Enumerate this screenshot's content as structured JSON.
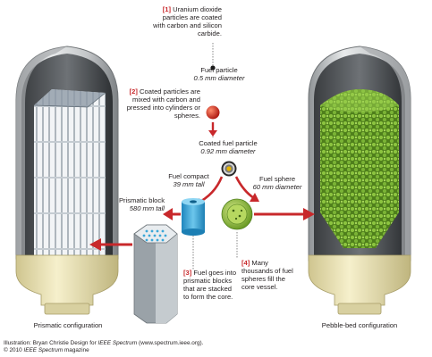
{
  "steps": [
    {
      "number": "[1]",
      "text": "Uranium dioxide particles are coated with carbon and silicon carbide."
    },
    {
      "number": "[2]",
      "text": "Coated particles are mixed with carbon and pressed into cylinders or spheres."
    },
    {
      "number": "[3]",
      "text": "Fuel goes into prismatic blocks that are stacked to form the core."
    },
    {
      "number": "[4]",
      "text": "Many thousands of fuel spheres fill the core vessel."
    }
  ],
  "components": {
    "fuel_particle": {
      "name": "Fuel particle",
      "size": "0.5 mm diameter"
    },
    "coated_particle": {
      "name": "Coated fuel particle",
      "size": "0.92 mm diameter"
    },
    "fuel_compact": {
      "name": "Fuel compact",
      "size": "39 mm tall"
    },
    "fuel_sphere": {
      "name": "Fuel sphere",
      "size": "60 mm diameter"
    },
    "prismatic_block": {
      "name": "Prismatic block",
      "size": "580 mm tall"
    }
  },
  "configurations": {
    "left": "Prismatic configuration",
    "right": "Pebble-bed configuration"
  },
  "credit": {
    "line1_prefix": "Illustration: Bryan Christie Design for ",
    "line1_italic": "IEEE Spectrum",
    "line1_suffix": " (www.spectrum.ieee.org).",
    "line2_prefix": "© 2010 ",
    "line2_italic": "IEEE Spectrum",
    "line2_suffix": " magazine"
  },
  "colors": {
    "accent_red": "#c8282b",
    "pebble_green": "#6a9e2a",
    "vessel_gray": "#b9bcbe",
    "base_cream": "#ece4b8",
    "compact_blue": "#3aa7d8"
  }
}
